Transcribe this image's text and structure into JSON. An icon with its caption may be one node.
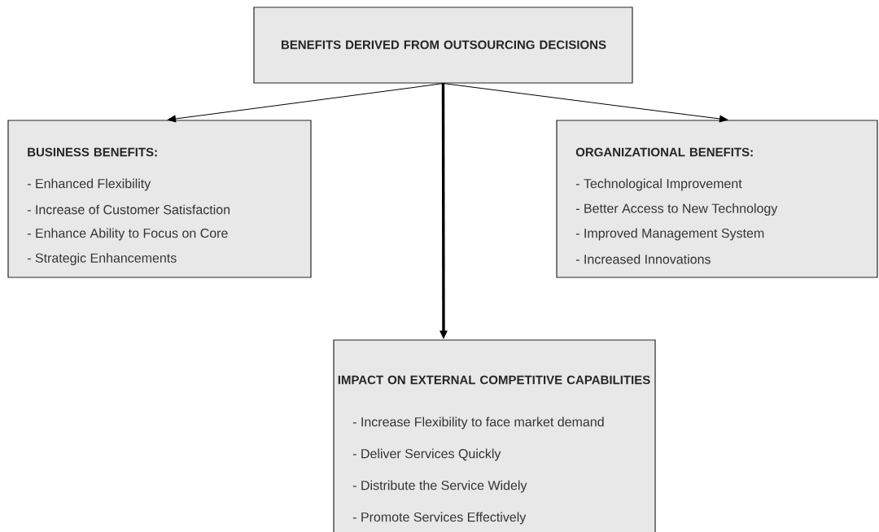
{
  "diagram": {
    "nodes": [
      {
        "text": [
          "BENEFITS DERIVED FROM OUTSOURCING DECISIONS"
        ]
      },
      {
        "text": [
          "BUSINESS BENEFITS:",
          "- Enhanced Flexibility",
          "- Increase of Customer Satisfaction",
          "- Enhance Ability to Focus on Core",
          "- Strategic Enhancements"
        ]
      },
      {
        "text": [
          "ORGANIZATIONAL BENEFITS:",
          "- Technological Improvement",
          "- Better Access to New Technology",
          "- Improved Management System",
          "- Increased Innovations"
        ]
      },
      {
        "text": [
          "IMPACT ON EXTERNAL COMPETITIVE CAPABILITIES",
          "- Increase Flexibility to face market demand",
          "- Deliver Services Quickly",
          "- Distribute the Service Widely",
          "- Promote Services Effectively"
        ]
      }
    ],
    "edges": [
      {
        "from": 0,
        "to": 1,
        "arrow": "to"
      },
      {
        "from": 0,
        "to": 3,
        "arrow": "to",
        "style": "thick"
      },
      {
        "from": 0,
        "to": 2,
        "arrow": "to"
      }
    ]
  }
}
